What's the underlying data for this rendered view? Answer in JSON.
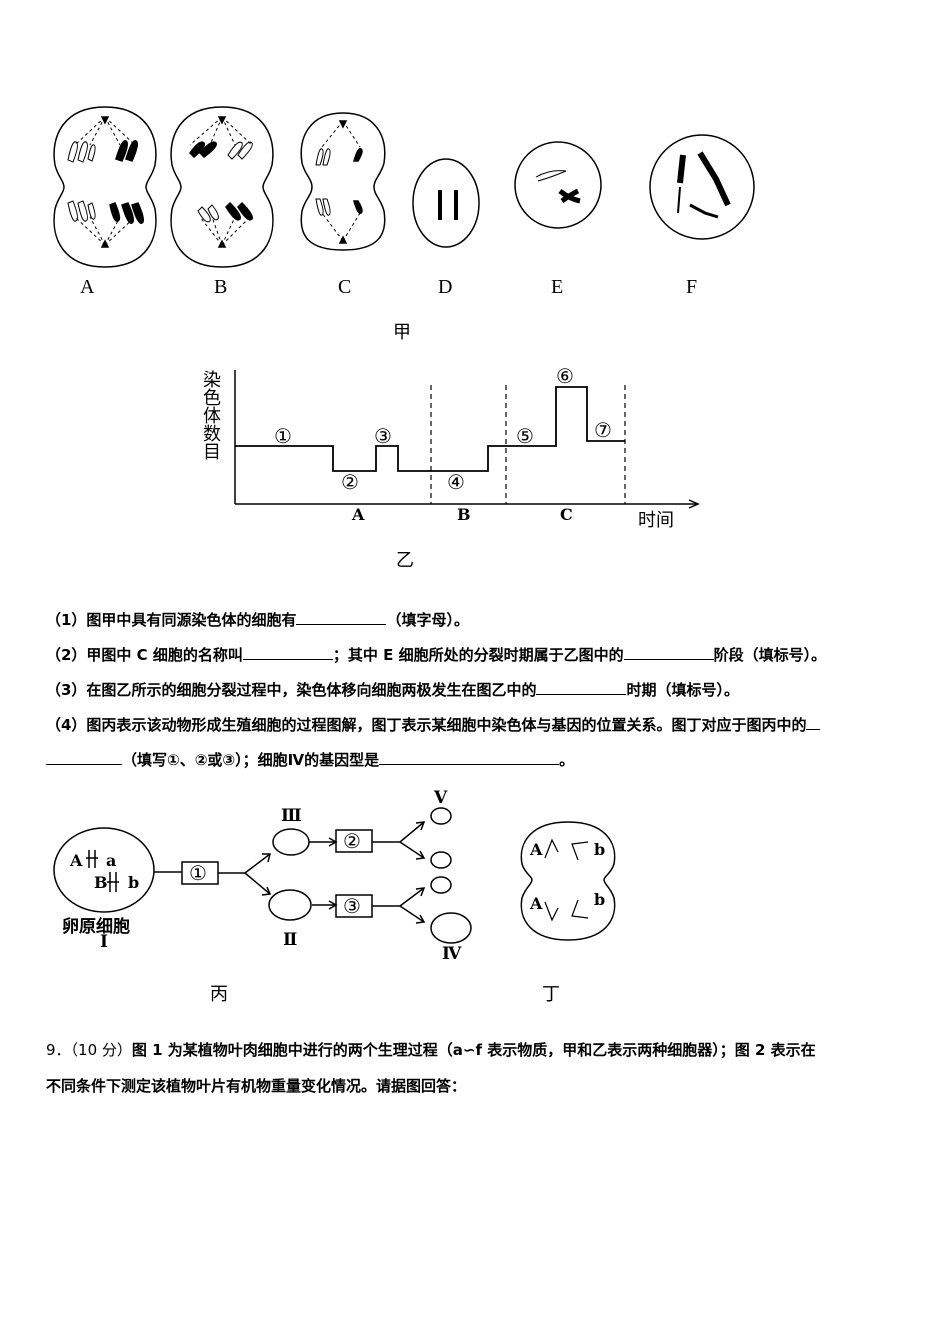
{
  "figure_jia": {
    "cell_labels": [
      "A",
      "B",
      "C",
      "D",
      "E",
      "F"
    ],
    "caption": "甲"
  },
  "figure_yi": {
    "ylabel": "染色体数目",
    "xlabel": "时间",
    "segment_marks": [
      "①",
      "②",
      "③",
      "④",
      "⑤",
      "⑥",
      "⑦"
    ],
    "phase_labels": [
      "A",
      "B",
      "C"
    ],
    "caption": "乙"
  },
  "questions": [
    {
      "id": "q1",
      "prefix": "（1）图甲中具有同源染色体的细胞有",
      "suffix": "（填字母）。"
    },
    {
      "id": "q2",
      "prefix": "（2）甲图中 C 细胞的名称叫",
      "middle": "；其中 E 细胞所处的分裂时期属于乙图中的",
      "suffix": "阶段（填标号）。"
    },
    {
      "id": "q3",
      "prefix": "（3）在图乙所示的细胞分裂过程中，染色体移向细胞两极发生在图乙中的",
      "suffix": "时期（填标号）。"
    },
    {
      "id": "q4",
      "line1": "（4）图丙表示该动物形成生殖细胞的过程图解，图丁表示某细胞中染色体与基因的位置关系。图丁对应于图丙中的",
      "line2_mid": "（填写①、②或③）；细胞Ⅳ的基因型是",
      "line2_end": "。"
    }
  ],
  "figure_bing": {
    "cell_I_genes": [
      "A",
      "a",
      "B",
      "b"
    ],
    "cell_I_label": "卵原细胞",
    "cell_I_numeral": "Ⅰ",
    "steps": [
      "①",
      "②",
      "③"
    ],
    "cell_numerals": [
      "Ⅱ",
      "Ⅲ",
      "Ⅳ",
      "Ⅴ"
    ],
    "caption": "丙"
  },
  "figure_ding": {
    "genes": [
      "A",
      "b",
      "A",
      "b"
    ],
    "caption": "丁"
  },
  "question9": {
    "number": "9．（10 分）",
    "text_line1": "图 1 为某植物叶肉细胞中进行的两个生理过程（a∽f 表示物质，甲和乙表示两种细胞器）；图 2 表示在",
    "text_line2": "不同条件下测定该植物叶片有机物重量变化情况。请据图回答："
  }
}
